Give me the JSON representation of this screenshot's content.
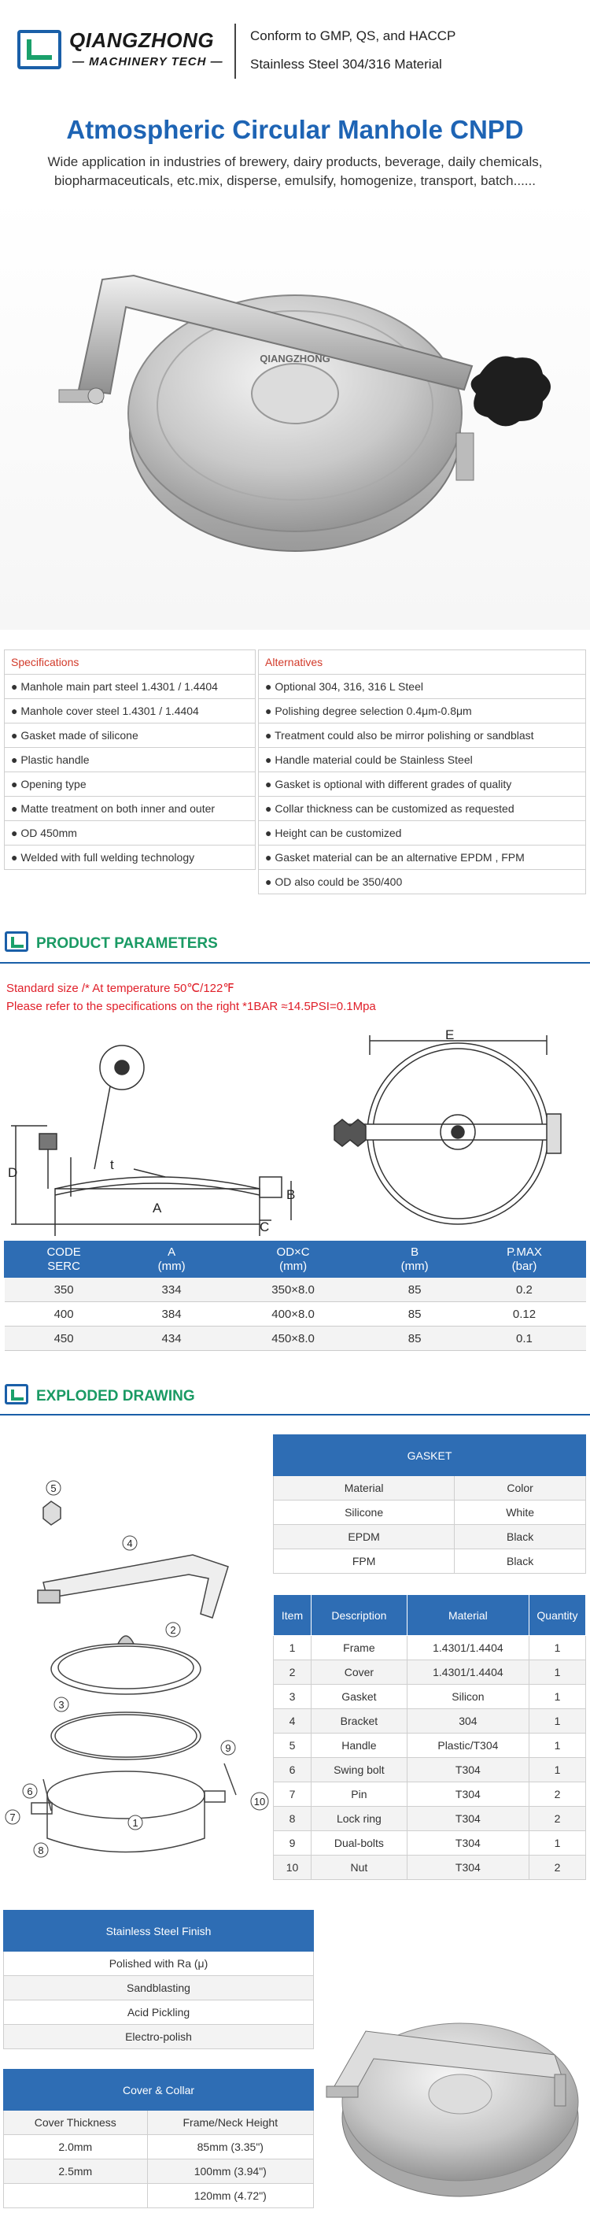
{
  "header": {
    "brand_name": "QIANGZHONG",
    "brand_sub": "— MACHINERY TECH —",
    "line1": "Conform to GMP, QS, and HACCP",
    "line2": "Stainless Steel 304/316 Material"
  },
  "title": "Atmospheric Circular Manhole CNPD",
  "subtitle": "Wide application in industries of brewery, dairy products, beverage, daily chemicals, biopharmaceuticals, etc.mix, disperse, emulsify, homogenize, transport, batch......",
  "hero_logo": "QIANGZHONG",
  "specs": {
    "left_header": "Specifications",
    "right_header": "Alternatives",
    "left": [
      "● Manhole main part steel 1.4301 / 1.4404",
      "● Manhole cover steel 1.4301 / 1.4404",
      "● Gasket made of silicone",
      "● Plastic handle",
      "● Opening type",
      "● Matte treatment on both inner and outer",
      "● OD 450mm",
      "● Welded with full welding technology"
    ],
    "right": [
      "● Optional 304, 316, 316 L Steel",
      "● Polishing degree selection 0.4μm-0.8μm",
      "● Treatment could also be mirror polishing or sandblast",
      "● Handle material could be Stainless Steel",
      "● Gasket is optional with different grades of quality",
      "● Collar thickness can be customized as requested",
      "● Height can be customized",
      "● Gasket material can be an alternative EPDM , FPM",
      "● OD also could be 350/400"
    ]
  },
  "section_params": "PRODUCT PARAMETERS",
  "note1": "Standard size /* At temperature 50℃/122℉",
  "note2": "Please refer to the specifications on the right *1BAR ≈14.5PSI=0.1Mpa",
  "drawing_labels": {
    "d": "D",
    "t": "t",
    "b": "B",
    "c": "C",
    "a": "A",
    "e": "E"
  },
  "params": {
    "headers": [
      "CODE\nSERC",
      "A\n(mm)",
      "OD×C\n(mm)",
      "B\n(mm)",
      "P.MAX\n(bar)"
    ],
    "rows": [
      [
        "350",
        "334",
        "350×8.0",
        "85",
        "0.2"
      ],
      [
        "400",
        "384",
        "400×8.0",
        "85",
        "0.12"
      ],
      [
        "450",
        "434",
        "450×8.0",
        "85",
        "0.1"
      ]
    ]
  },
  "section_exploded": "EXPLODED DRAWING",
  "exploded_numbers": [
    "1",
    "2",
    "3",
    "4",
    "5",
    "6",
    "7",
    "8",
    "9",
    "10"
  ],
  "gasket": {
    "caption": "GASKET",
    "headers": [
      "Material",
      "Color"
    ],
    "rows": [
      [
        "Silicone",
        "White"
      ],
      [
        "EPDM",
        "Black"
      ],
      [
        "FPM",
        "Black"
      ]
    ]
  },
  "parts": {
    "headers": [
      "Item",
      "Description",
      "Material",
      "Quantity"
    ],
    "rows": [
      [
        "1",
        "Frame",
        "1.4301/1.4404",
        "1"
      ],
      [
        "2",
        "Cover",
        "1.4301/1.4404",
        "1"
      ],
      [
        "3",
        "Gasket",
        "Silicon",
        "1"
      ],
      [
        "4",
        "Bracket",
        "304",
        "1"
      ],
      [
        "5",
        "Handle",
        "Plastic/T304",
        "1"
      ],
      [
        "6",
        "Swing bolt",
        "T304",
        "1"
      ],
      [
        "7",
        "Pin",
        "T304",
        "2"
      ],
      [
        "8",
        "Lock ring",
        "T304",
        "2"
      ],
      [
        "9",
        "Dual-bolts",
        "T304",
        "1"
      ],
      [
        "10",
        "Nut",
        "T304",
        "2"
      ]
    ]
  },
  "finish": {
    "caption": "Stainless Steel Finish",
    "rows": [
      "Polished with Ra (μ)",
      "Sandblasting",
      "Acid Pickling",
      "Electro-polish"
    ]
  },
  "collar": {
    "caption": "Cover & Collar",
    "headers": [
      "Cover Thickness",
      "Frame/Neck Height"
    ],
    "rows": [
      [
        "2.0mm",
        "85mm (3.35\")"
      ],
      [
        "2.5mm",
        "100mm (3.94\")"
      ],
      [
        "",
        "120mm (4.72\")"
      ]
    ]
  }
}
